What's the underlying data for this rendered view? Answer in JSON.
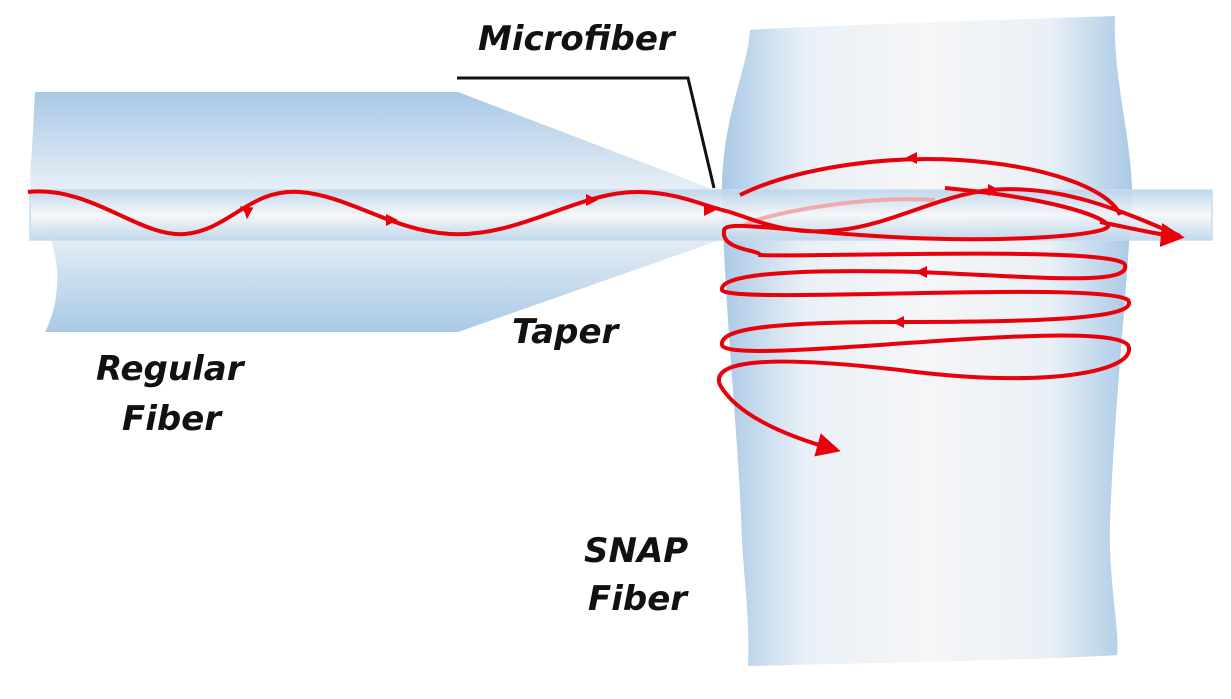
{
  "labels": {
    "microfiber": "Microfiber",
    "taper": "Taper",
    "regular_fiber_line1": "Regular",
    "regular_fiber_line2": "Fiber",
    "snap_fiber_line1": "SNAP",
    "snap_fiber_line2": "Fiber"
  },
  "colors": {
    "light_path": "#e8000b",
    "fiber_blue": "#a9c9e6",
    "fiber_light": "#f4f6f8",
    "label_text": "#111111"
  }
}
